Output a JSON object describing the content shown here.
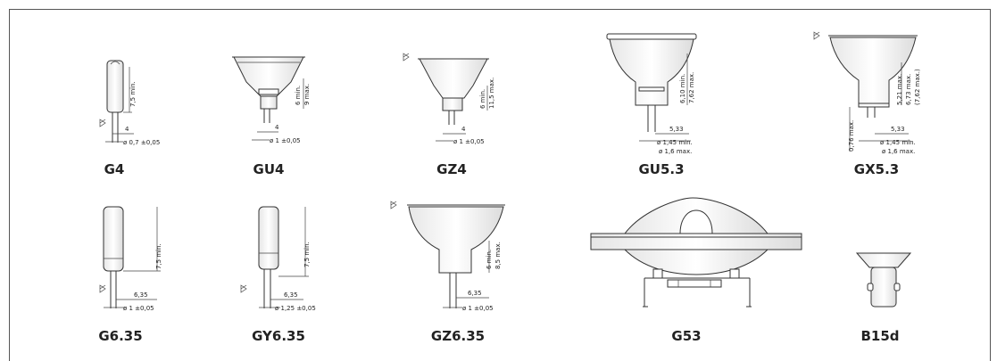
{
  "sockets": [
    {
      "key": "g4",
      "label": "G4",
      "dims": [
        "7,5 min.",
        "4",
        "ø 0,7 ±0,05"
      ]
    },
    {
      "key": "gu4",
      "label": "GU4",
      "dims": [
        "6 min.",
        "9 max.",
        "4",
        "ø 1 ±0,05"
      ]
    },
    {
      "key": "gz4",
      "label": "GZ4",
      "dims": [
        "6 min.",
        "11,5 max.",
        "4",
        "ø 1 ±0,05"
      ]
    },
    {
      "key": "gu53",
      "label": "GU5.3",
      "dims": [
        "6,10 min.",
        "7,62 max.",
        "5,33",
        "ø 1,45 min.",
        "ø 1,6 max."
      ]
    },
    {
      "key": "gx53",
      "label": "GX5.3",
      "dims": [
        "5,21 max.",
        "6,73 max.",
        "(7,62 max.)",
        "0,76 max.",
        "5,33",
        "ø 1,45 min.",
        "ø 1,6 max."
      ]
    },
    {
      "key": "g635",
      "label": "G6.35",
      "dims": [
        "7,5 min.",
        "6,35",
        "ø 1 ±0,05"
      ]
    },
    {
      "key": "gy635",
      "label": "GY6.35",
      "dims": [
        "7,5 min.",
        "6,35",
        "ø 1,25 ±0,05"
      ]
    },
    {
      "key": "gz635",
      "label": "GZ6.35",
      "dims": [
        "6 min.",
        "8,5 max.",
        "6,35",
        "ø 1 ±0,05"
      ]
    },
    {
      "key": "g53",
      "label": "G53",
      "dims": []
    },
    {
      "key": "b15d",
      "label": "B15d",
      "dims": []
    }
  ],
  "colors": {
    "outline": "#333333",
    "shade_light": "#ffffff",
    "shade_dark": "#dcdcdc",
    "frame": "#555555"
  }
}
